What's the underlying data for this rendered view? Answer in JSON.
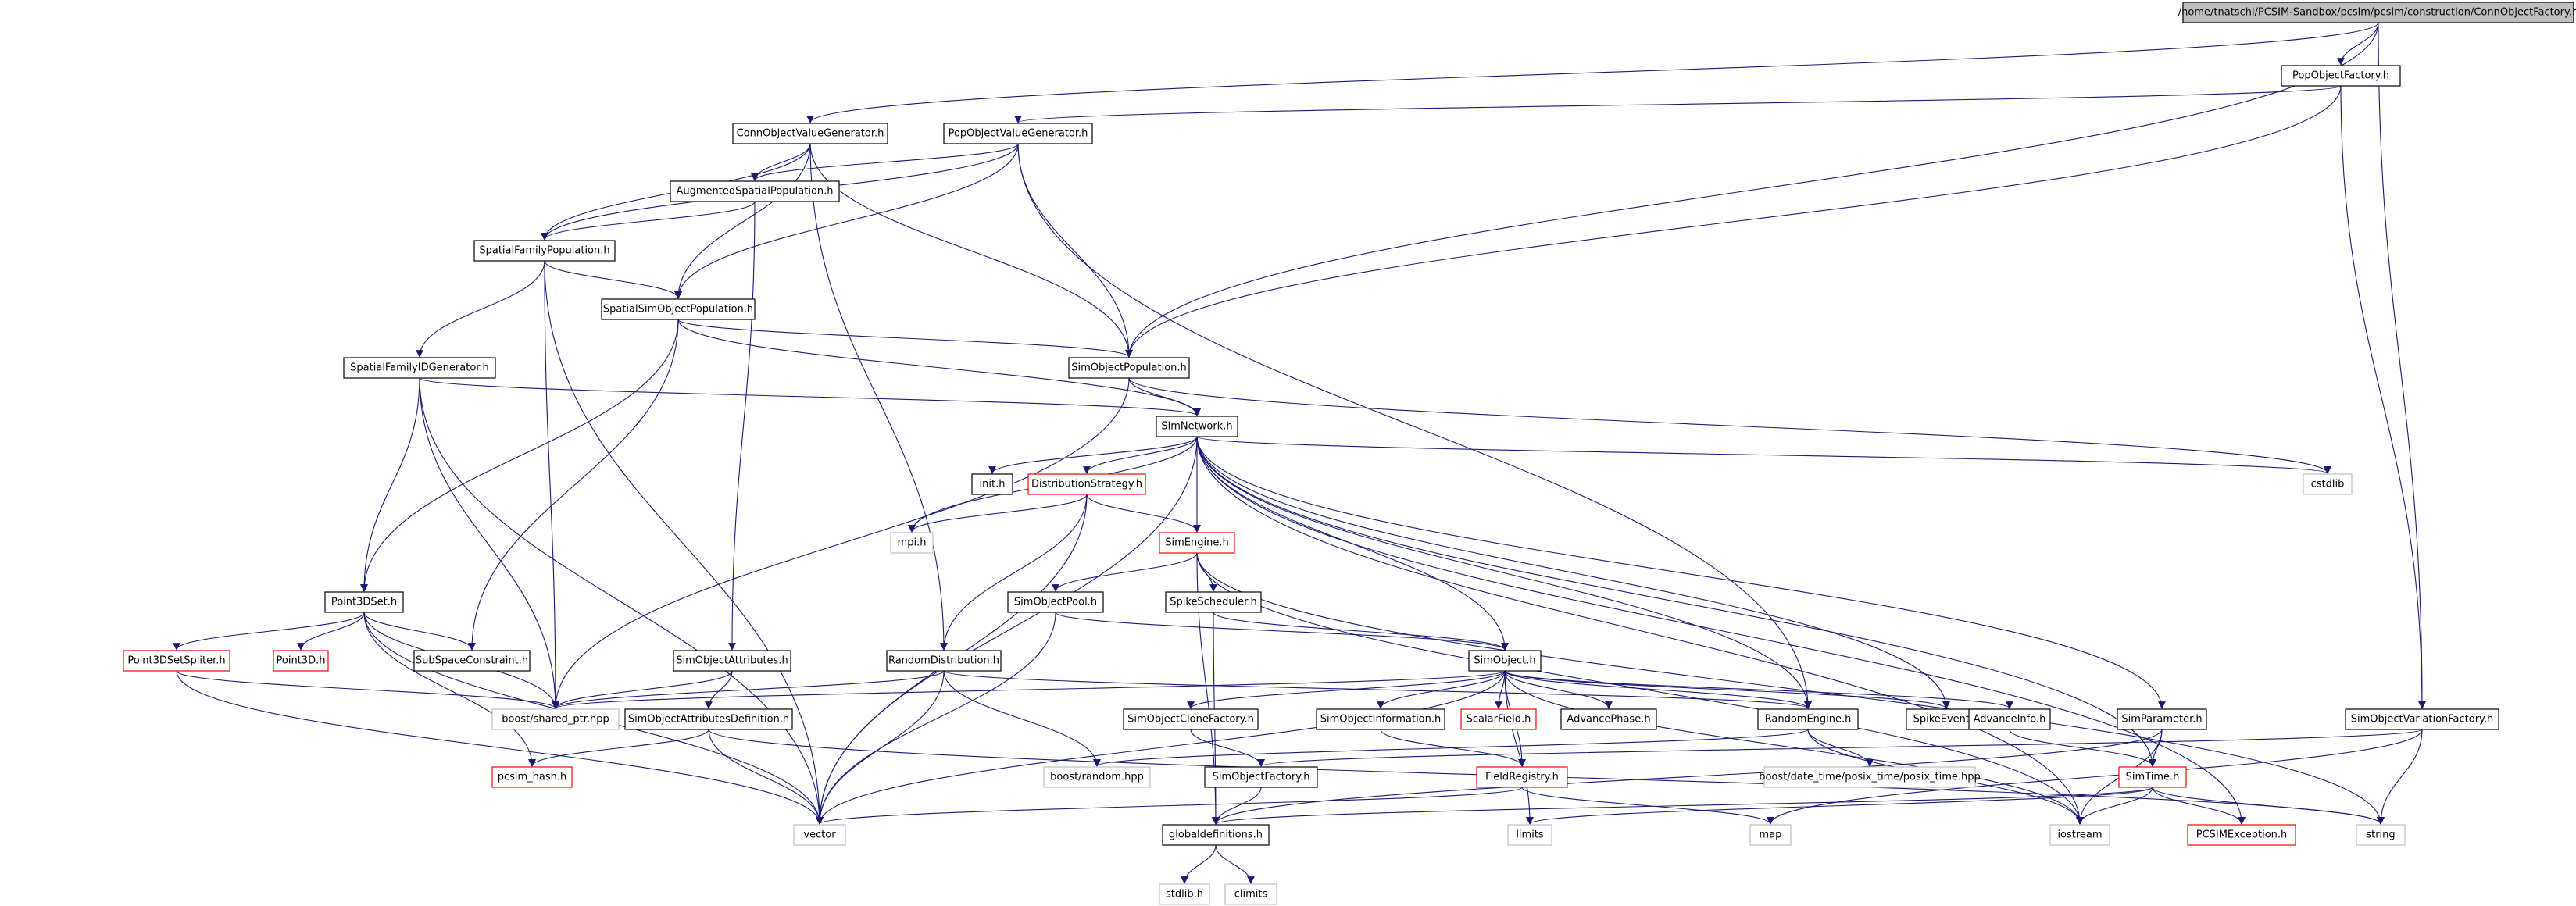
{
  "graph": {
    "colors": {
      "edge": "#191970",
      "border_normal": "#000000",
      "border_truncated": "#ff0000",
      "border_external": "#bfbfbf",
      "root_fill": "#bfbfbf",
      "fill": "#ffffff",
      "text": "#000000"
    },
    "nodes": [
      {
        "id": "n_root",
        "label": "/home/tnatschl/PCSIM-Sandbox/pcsim/pcsim/construction/ConnObjectFactory.h",
        "style": "root"
      },
      {
        "id": "n_pop_factory",
        "label": "PopObjectFactory.h",
        "style": "normal"
      },
      {
        "id": "n_conn_vgen",
        "label": "ConnObjectValueGenerator.h",
        "style": "normal"
      },
      {
        "id": "n_pop_vgen",
        "label": "PopObjectValueGenerator.h",
        "style": "normal"
      },
      {
        "id": "n_aug_spat",
        "label": "AugmentedSpatialPopulation.h",
        "style": "normal"
      },
      {
        "id": "n_spat_fam",
        "label": "SpatialFamilyPopulation.h",
        "style": "normal"
      },
      {
        "id": "n_spat_simobj",
        "label": "SpatialSimObjectPopulation.h",
        "style": "normal"
      },
      {
        "id": "n_spat_famid",
        "label": "SpatialFamilyIDGenerator.h",
        "style": "normal"
      },
      {
        "id": "n_simobj_pop",
        "label": "SimObjectPopulation.h",
        "style": "normal"
      },
      {
        "id": "n_simnet",
        "label": "SimNetwork.h",
        "style": "normal"
      },
      {
        "id": "n_init",
        "label": "init.h",
        "style": "normal"
      },
      {
        "id": "n_dist_strat",
        "label": "DistributionStrategy.h",
        "style": "truncated"
      },
      {
        "id": "n_cstdlib",
        "label": "cstdlib",
        "style": "external"
      },
      {
        "id": "n_mpi",
        "label": "mpi.h",
        "style": "external"
      },
      {
        "id": "n_simengine",
        "label": "SimEngine.h",
        "style": "truncated"
      },
      {
        "id": "n_point3dset",
        "label": "Point3DSet.h",
        "style": "normal"
      },
      {
        "id": "n_simobj_pool",
        "label": "SimObjectPool.h",
        "style": "normal"
      },
      {
        "id": "n_spike_sched",
        "label": "SpikeScheduler.h",
        "style": "normal"
      },
      {
        "id": "n_p3d_split",
        "label": "Point3DSetSpliter.h",
        "style": "truncated"
      },
      {
        "id": "n_point3d",
        "label": "Point3D.h",
        "style": "truncated"
      },
      {
        "id": "n_subspace",
        "label": "SubSpaceConstraint.h",
        "style": "normal"
      },
      {
        "id": "n_simobj_attr",
        "label": "SimObjectAttributes.h",
        "style": "normal"
      },
      {
        "id": "n_rand_dist",
        "label": "RandomDistribution.h",
        "style": "normal"
      },
      {
        "id": "n_simobject",
        "label": "SimObject.h",
        "style": "normal"
      },
      {
        "id": "n_boost_shared",
        "label": "boost/shared_ptr.hpp",
        "style": "external"
      },
      {
        "id": "n_simobj_attr_def",
        "label": "SimObjectAttributesDefinition.h",
        "style": "normal"
      },
      {
        "id": "n_clone_fact",
        "label": "SimObjectCloneFactory.h",
        "style": "normal"
      },
      {
        "id": "n_simobj_info",
        "label": "SimObjectInformation.h",
        "style": "normal"
      },
      {
        "id": "n_scalar_field",
        "label": "ScalarField.h",
        "style": "truncated"
      },
      {
        "id": "n_adv_phase",
        "label": "AdvancePhase.h",
        "style": "normal"
      },
      {
        "id": "n_rand_engine",
        "label": "RandomEngine.h",
        "style": "normal"
      },
      {
        "id": "n_spike_event",
        "label": "SpikeEvent.h",
        "style": "normal"
      },
      {
        "id": "n_adv_info",
        "label": "AdvanceInfo.h",
        "style": "normal"
      },
      {
        "id": "n_sim_param",
        "label": "SimParameter.h",
        "style": "normal"
      },
      {
        "id": "n_var_factory",
        "label": "SimObjectVariationFactory.h",
        "style": "normal"
      },
      {
        "id": "n_pcsim_hash",
        "label": "pcsim_hash.h",
        "style": "truncated"
      },
      {
        "id": "n_boost_random",
        "label": "boost/random.hpp",
        "style": "external"
      },
      {
        "id": "n_simobj_fact",
        "label": "SimObjectFactory.h",
        "style": "normal"
      },
      {
        "id": "n_field_reg",
        "label": "FieldRegistry.h",
        "style": "truncated"
      },
      {
        "id": "n_boost_date",
        "label": "boost/date_time/posix_time/posix_time.hpp",
        "style": "external"
      },
      {
        "id": "n_simtime",
        "label": "SimTime.h",
        "style": "truncated"
      },
      {
        "id": "n_vector",
        "label": "vector",
        "style": "external"
      },
      {
        "id": "n_globaldefs",
        "label": "globaldefinitions.h",
        "style": "normal"
      },
      {
        "id": "n_limits",
        "label": "limits",
        "style": "external"
      },
      {
        "id": "n_map",
        "label": "map",
        "style": "external"
      },
      {
        "id": "n_iostream",
        "label": "iostream",
        "style": "external"
      },
      {
        "id": "n_pcsim_exc",
        "label": "PCSIMException.h",
        "style": "truncated"
      },
      {
        "id": "n_string",
        "label": "string",
        "style": "external"
      },
      {
        "id": "n_stdlib",
        "label": "stdlib.h",
        "style": "external"
      },
      {
        "id": "n_climits",
        "label": "climits",
        "style": "external"
      }
    ]
  }
}
